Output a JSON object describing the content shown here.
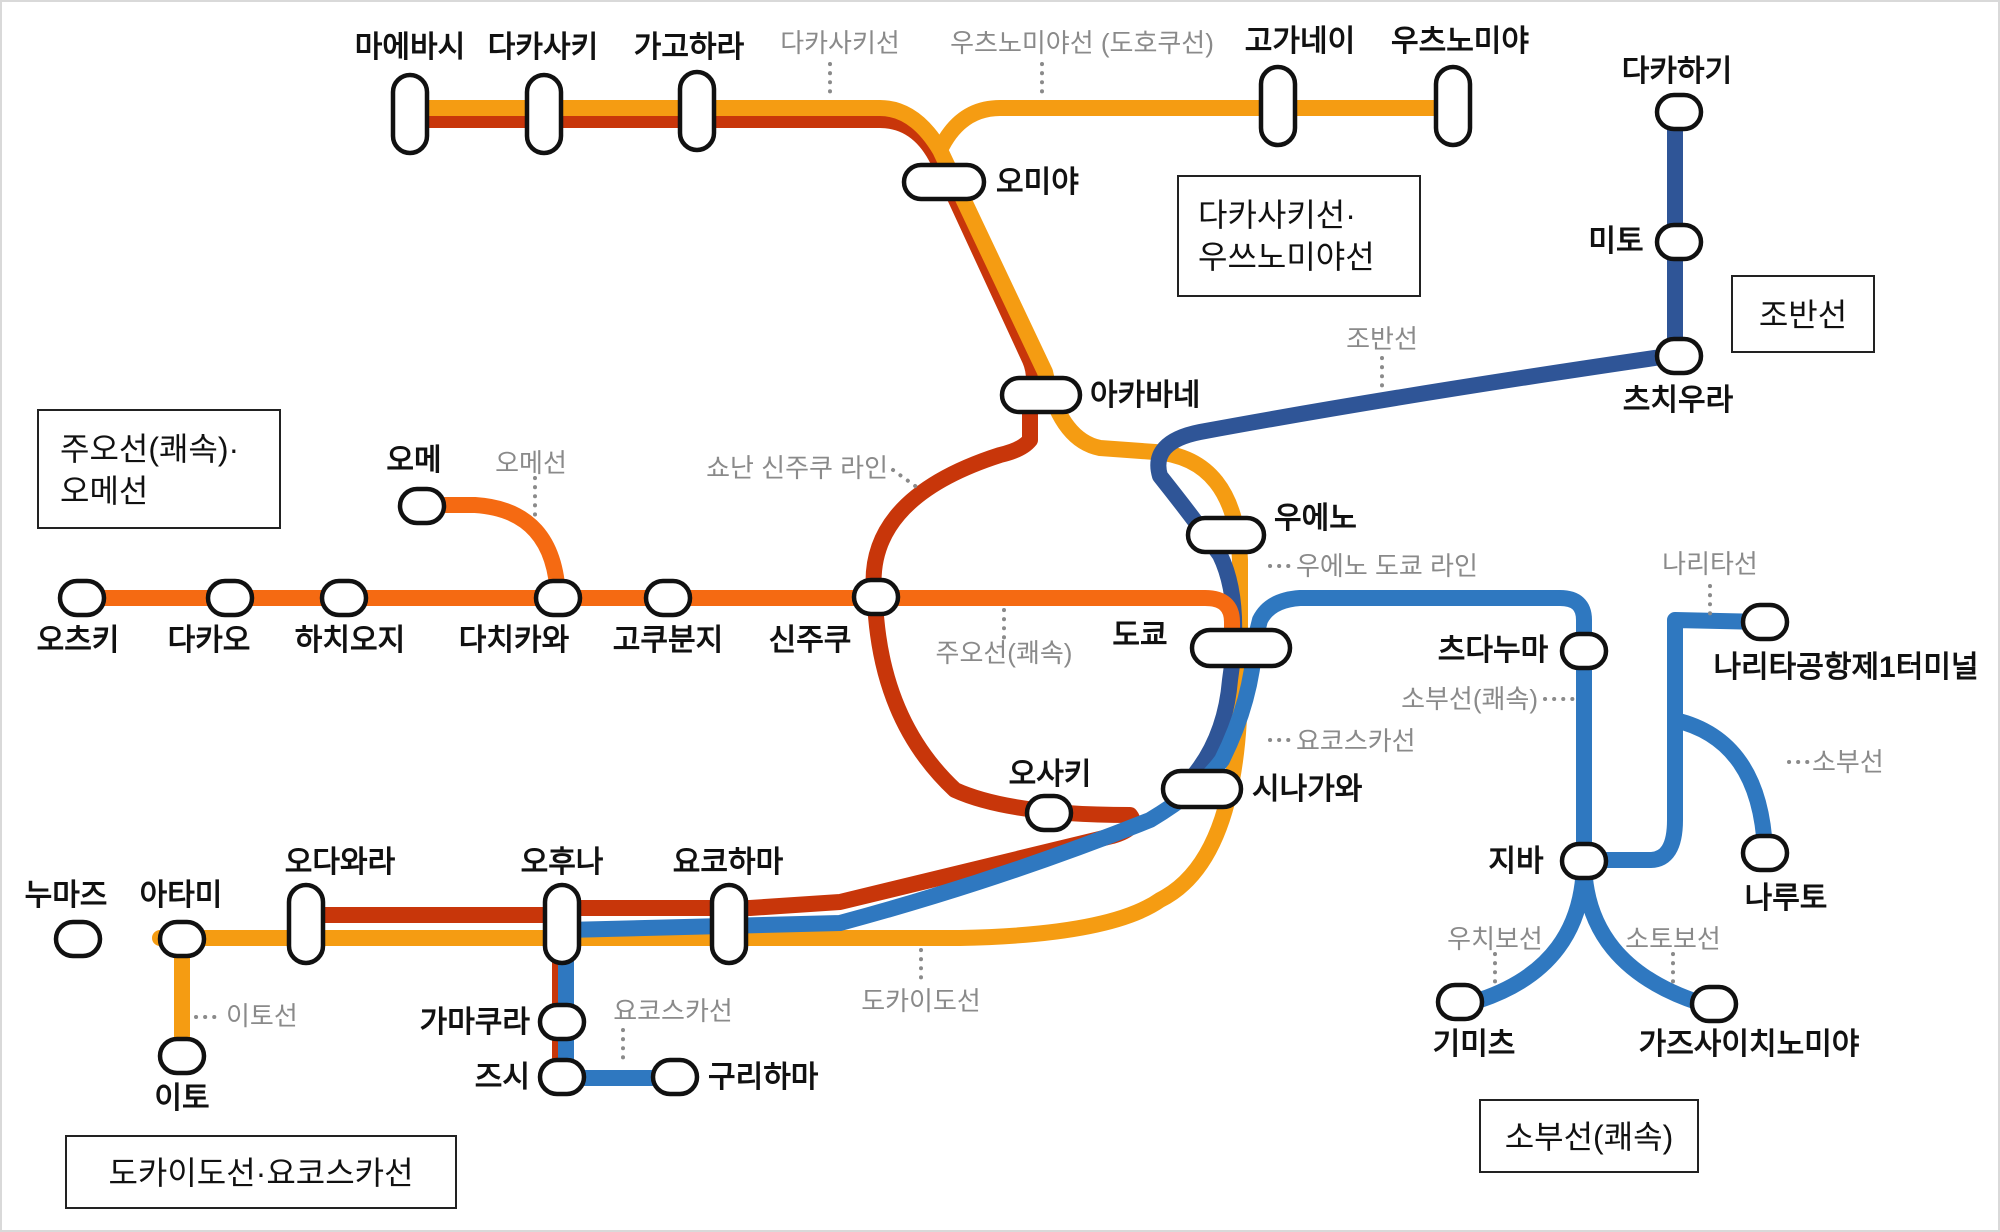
{
  "colors": {
    "utsunomiya_takasaki": "#f59c12",
    "shonan_shinjuku": "#c8360a",
    "chuo_ome": "#f56a12",
    "joban": "#2f5597",
    "yokosuka_sobu": "#2f78c0",
    "tokaido": "#f59c12"
  },
  "stations": {
    "maebashi": "마에바시",
    "takasaki": "다카사키",
    "kagohara": "가고하라",
    "koganei": "고가네이",
    "utsunomiya": "우츠노미야",
    "omiya": "오미야",
    "akabane": "아카바네",
    "ueno": "우에노",
    "tokyo": "도쿄",
    "shinagawa": "시나가와",
    "ome": "오메",
    "otsuki": "오츠키",
    "takao": "다카오",
    "hachioji": "하치오지",
    "tachikawa": "다치카와",
    "kokubunji": "고쿠분지",
    "shinjuku": "신주쿠",
    "osaki": "오사키",
    "takahagi": "다카하기",
    "mito": "미토",
    "tsuchiura": "츠치우라",
    "tsudanuma": "츠다누마",
    "narita_t1": "나리타공항제1터미널",
    "chiba": "지바",
    "naruto": "나루토",
    "kimitsu": "기미츠",
    "kazusa": "가즈사이치노미야",
    "numazu": "누마즈",
    "atami": "아타미",
    "odawara": "오다와라",
    "ofuna": "오후나",
    "yokohama": "요코하마",
    "kamakura": "가마쿠라",
    "zushi": "즈시",
    "kurihama": "구리하마",
    "ito": "이토"
  },
  "line_labels": {
    "takasaki_line": "다카사키선",
    "utsunomiya_line": "우츠노미야선 (도호쿠선)",
    "joban_line": "조반선",
    "ome_line": "오메선",
    "shonan_shinjuku": "쇼난 신주쿠 라인",
    "ueno_tokyo": "우에노 도쿄 라인",
    "chuo_rapid": "주오선(쾌속)",
    "narita_line": "나리타선",
    "sobu_rapid": "소부선(쾌속)",
    "yokosuka_line_east": "요코스카선",
    "sobu_line": "소부선",
    "uchibo_line": "우치보선",
    "sotobo_line": "소토보선",
    "ito_line": "이토선",
    "yokosuka_line_south": "요코스카선",
    "tokaido_line": "도카이도선"
  },
  "legend": {
    "takasaki_utsunomiya_1": "다카사키선·",
    "takasaki_utsunomiya_2": "우쓰노미야선",
    "joban": "조반선",
    "chuo_ome_1": "주오선(쾌속)·",
    "chuo_ome_2": "오메선",
    "sobu_rapid": "소부선(쾌속)",
    "tokaido_yokosuka": "도카이도선·요코스카선"
  }
}
